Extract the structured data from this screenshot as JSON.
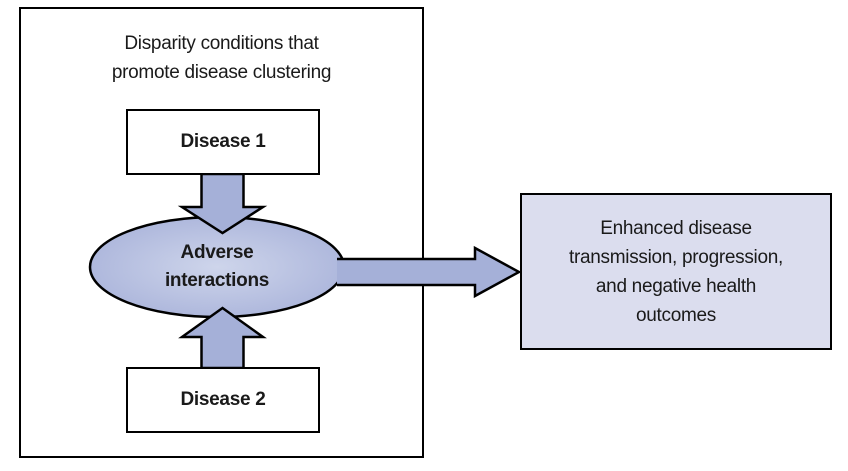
{
  "diagram": {
    "container": {
      "title": "Disparity conditions that\npromote disease clustering"
    },
    "nodes": {
      "disease1": "Disease 1",
      "disease2": "Disease 2",
      "hub": "Adverse\ninteractions",
      "outcome": "Enhanced disease\ntransmission, progression,\nand negative health\noutcomes"
    },
    "icons": {
      "down_arrow": "block-arrow-down",
      "up_arrow": "block-arrow-up",
      "right_arrow": "block-arrow-right"
    },
    "colors": {
      "arrow_fill": "#a5b0d8",
      "ellipse_center": "#ced5eb",
      "ellipse_edge": "#a7b1d9",
      "outcome_fill": "#dbddee",
      "outline": "#000000"
    }
  }
}
